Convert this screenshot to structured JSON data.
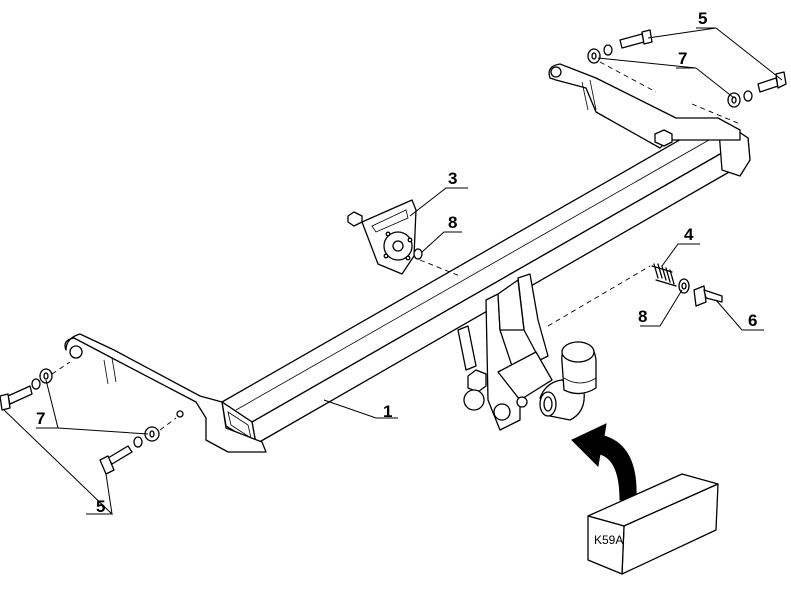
{
  "callouts": {
    "c1": "1",
    "c3": "3",
    "c4": "4",
    "c5_top": "5",
    "c5_bottom": "5",
    "c6": "6",
    "c7_top": "7",
    "c7_left": "7",
    "c8_upper": "8",
    "c8_lower": "8"
  },
  "package_label": "K59A",
  "colors": {
    "line": "#000000",
    "background": "#ffffff",
    "arrow_fill": "#000000"
  }
}
